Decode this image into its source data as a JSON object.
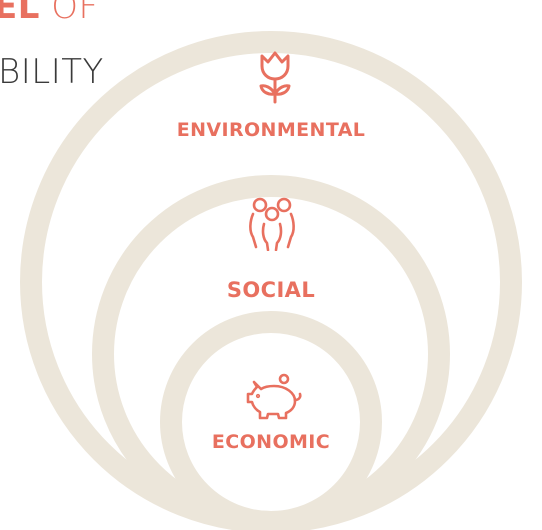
{
  "title": {
    "line1_strong": "EL",
    "line1_light": " OF",
    "line2": "BILITY"
  },
  "rings": [
    {
      "id": "environmental",
      "label": "ENVIRONMENTAL",
      "icon": "tulip-icon"
    },
    {
      "id": "social",
      "label": "SOCIAL",
      "icon": "people-group-icon"
    },
    {
      "id": "economic",
      "label": "ECONOMIC",
      "icon": "piggy-bank-icon"
    }
  ],
  "colors": {
    "ring": "#ece6da",
    "accent": "#e8705f",
    "title_light": "#3a3a3a"
  }
}
